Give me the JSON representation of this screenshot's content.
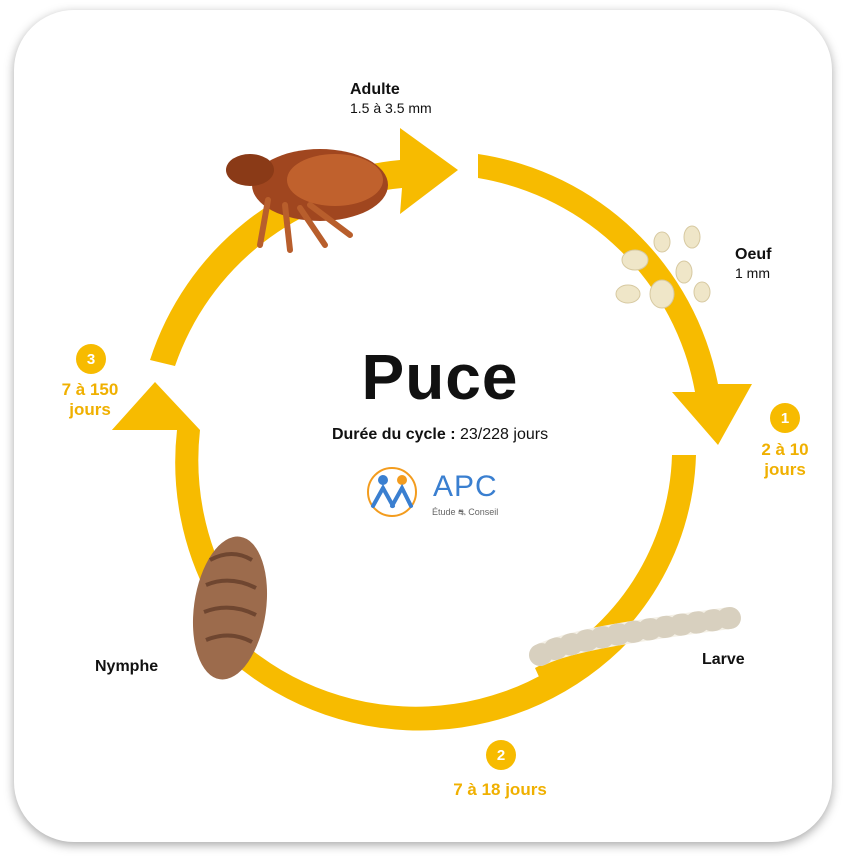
{
  "title": "Puce",
  "cycle": {
    "label": "Durée du cycle :",
    "value": "23/228 jours"
  },
  "logo": {
    "name": "APC",
    "subtitle": "Étude ⛐ Conseil"
  },
  "stages": {
    "adult": {
      "name": "Adulte",
      "size": "1.5 à 3.5 mm"
    },
    "egg": {
      "name": "Oeuf",
      "size": "1 mm"
    },
    "larva": {
      "name": "Larve"
    },
    "nymph": {
      "name": "Nymphe"
    }
  },
  "durations": [
    {
      "number": "1",
      "line1": "2 à 10",
      "line2": "jours"
    },
    {
      "number": "2",
      "line1": "7 à 18 jours",
      "line2": ""
    },
    {
      "number": "3",
      "line1": "7 à 150",
      "line2": "jours"
    }
  ],
  "colors": {
    "accent": "#f7bb00",
    "text": "#111111"
  }
}
